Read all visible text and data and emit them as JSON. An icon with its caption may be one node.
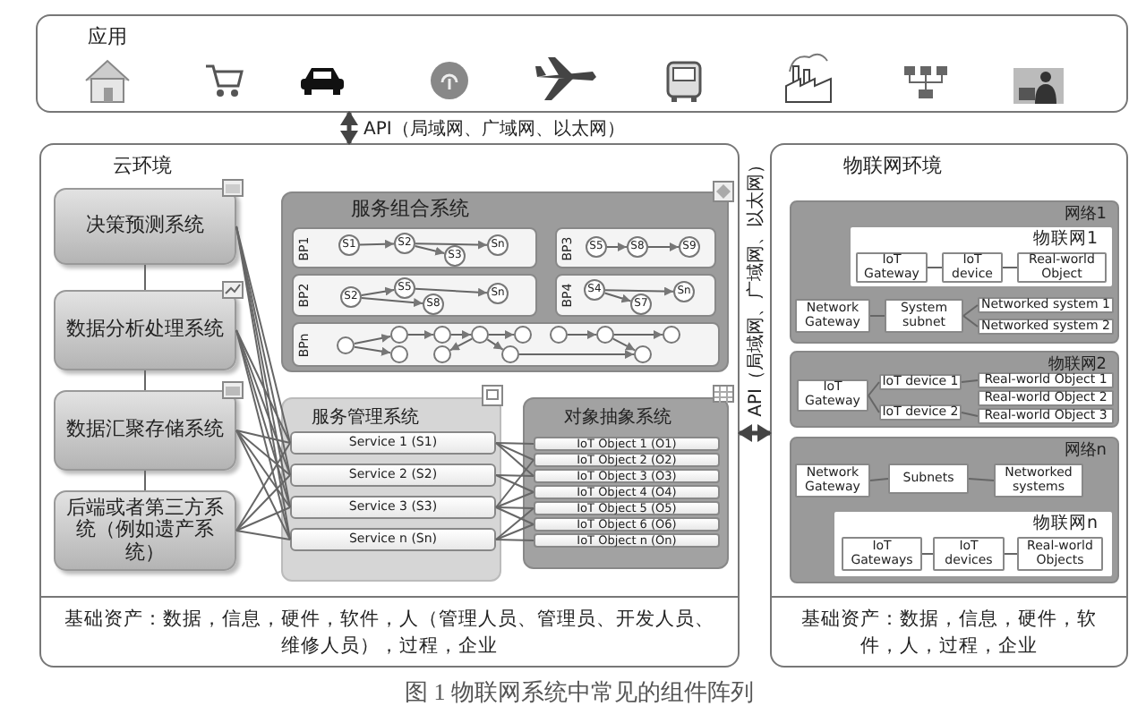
{
  "diagram": {
    "caption": "图 1 物联网系统中常见的组件阵列",
    "nodes": [
      {
        "text": [
          "应用"
        ]
      },
      {
        "text": [
          "云环境"
        ]
      },
      {
        "text": [
          "决策预测系统"
        ],
        "in": 1
      },
      {
        "text": [
          "数据分析处理系统"
        ],
        "in": 1
      },
      {
        "text": [
          "数据汇聚存储系统"
        ],
        "in": 1
      },
      {
        "text": [
          "后端或者第三方系统（例如遗产系统）"
        ],
        "in": 1
      },
      {
        "text": [
          "服务组合系统"
        ],
        "in": 1
      },
      {
        "text": [
          "BP1"
        ],
        "in": 6
      },
      {
        "text": [
          "S1"
        ],
        "in": 7
      },
      {
        "text": [
          "S2"
        ],
        "in": 7
      },
      {
        "text": [
          "S3"
        ],
        "in": 7
      },
      {
        "text": [
          "Sn"
        ],
        "in": 7
      },
      {
        "text": [
          "BP3"
        ],
        "in": 6
      },
      {
        "text": [
          "S5"
        ],
        "in": 12
      },
      {
        "text": [
          "S8"
        ],
        "in": 12
      },
      {
        "text": [
          "S9"
        ],
        "in": 12
      },
      {
        "text": [
          "BP2"
        ],
        "in": 6
      },
      {
        "text": [
          "S2"
        ],
        "in": 16
      },
      {
        "text": [
          "S5"
        ],
        "in": 16
      },
      {
        "text": [
          "S8"
        ],
        "in": 16
      },
      {
        "text": [
          "Sn"
        ],
        "in": 16
      },
      {
        "text": [
          "BP4"
        ],
        "in": 6
      },
      {
        "text": [
          "S4"
        ],
        "in": 21
      },
      {
        "text": [
          "S7"
        ],
        "in": 21
      },
      {
        "text": [
          "Sn"
        ],
        "in": 21
      },
      {
        "text": [
          "BPn"
        ],
        "in": 6
      },
      {
        "text": [],
        "shape": "circle",
        "in": 25
      },
      {
        "text": [],
        "shape": "circle",
        "in": 25
      },
      {
        "text": [],
        "shape": "circle",
        "in": 25
      },
      {
        "text": [],
        "shape": "circle",
        "in": 25
      },
      {
        "text": [],
        "shape": "circle",
        "in": 25
      },
      {
        "text": [],
        "shape": "circle",
        "in": 25
      },
      {
        "text": [],
        "shape": "circle",
        "in": 25
      },
      {
        "text": [],
        "shape": "circle",
        "in": 25
      },
      {
        "text": [],
        "shape": "circle",
        "in": 25
      },
      {
        "text": [],
        "shape": "circle",
        "in": 25
      },
      {
        "text": [],
        "shape": "circle",
        "in": 25
      },
      {
        "text": [],
        "shape": "circle",
        "in": 25
      },
      {
        "text": [
          "服务管理系统"
        ],
        "in": 1
      },
      {
        "text": [
          "Service 1 (S1)"
        ],
        "in": 38
      },
      {
        "text": [
          "Service 2 (S2)"
        ],
        "in": 38
      },
      {
        "text": [
          "Service 3 (S3)"
        ],
        "in": 38
      },
      {
        "text": [
          "Service n (Sn)"
        ],
        "in": 38
      },
      {
        "text": [
          "对象抽象系统"
        ],
        "in": 1
      },
      {
        "text": [
          "IoT Object 1 (O1)"
        ],
        "in": 43
      },
      {
        "text": [
          "IoT Object 2 (O2)"
        ],
        "in": 43
      },
      {
        "text": [
          "IoT Object 3 (O3)"
        ],
        "in": 43
      },
      {
        "text": [
          "IoT Object 4 (O4)"
        ],
        "in": 43
      },
      {
        "text": [
          "IoT Object 5 (O5)"
        ],
        "in": 43
      },
      {
        "text": [
          "IoT Object 6 (O6)"
        ],
        "in": 43
      },
      {
        "text": [
          "IoT Object n (On)"
        ],
        "in": 43
      },
      {
        "text": [
          "基础资产：数据，信息，硬件，软件，人（管理人员、管理员、开发人员、维修人员），过程，企业"
        ],
        "in": 1
      },
      {
        "text": [
          "物联网环境"
        ]
      },
      {
        "text": [
          "网络1"
        ],
        "in": 52
      },
      {
        "text": [
          "物联网1"
        ],
        "in": 53
      },
      {
        "text": [
          "IoT Gateway"
        ],
        "in": 54
      },
      {
        "text": [
          "IoT device"
        ],
        "in": 54
      },
      {
        "text": [
          "Real-world Object"
        ],
        "in": 54
      },
      {
        "text": [
          "Network Gateway"
        ],
        "in": 53
      },
      {
        "text": [
          "System subnet"
        ],
        "in": 53
      },
      {
        "text": [
          "Networked system 1"
        ],
        "in": 53
      },
      {
        "text": [
          "Networked system 2"
        ],
        "in": 53
      },
      {
        "text": [
          "物联网2"
        ],
        "in": 52
      },
      {
        "text": [
          "IoT Gateway"
        ],
        "in": 62
      },
      {
        "text": [
          "IoT device 1"
        ],
        "in": 62
      },
      {
        "text": [
          "IoT device 2"
        ],
        "in": 62
      },
      {
        "text": [
          "Real-world Object 1"
        ],
        "in": 62
      },
      {
        "text": [
          "Real-world Object 2"
        ],
        "in": 62
      },
      {
        "text": [
          "Real-world Object 3"
        ],
        "in": 62
      },
      {
        "text": [
          "网络n"
        ],
        "in": 52
      },
      {
        "text": [
          "Network Gateway"
        ],
        "in": 69
      },
      {
        "text": [
          "Subnets"
        ],
        "in": 69
      },
      {
        "text": [
          "Networked systems"
        ],
        "in": 69
      },
      {
        "text": [
          "物联网n"
        ],
        "in": 69
      },
      {
        "text": [
          "IoT Gateways"
        ],
        "in": 73
      },
      {
        "text": [
          "IoT devices"
        ],
        "in": 73
      },
      {
        "text": [
          "Real-world Objects"
        ],
        "in": 73
      },
      {
        "text": [
          "基础资产：数据，信息，硬件，软件，人，过程，企业"
        ],
        "in": 52
      }
    ],
    "edges": [
      {
        "from": 0,
        "to": 1,
        "arrow": "both",
        "style": "thick",
        "label": "API（局域网、广域网、以太网）"
      },
      {
        "from": 1,
        "to": 52,
        "arrow": "both",
        "style": "thick",
        "label": "API（局域网、广域网、以太网）"
      },
      {
        "from": 2,
        "to": 3,
        "arrow": "none"
      },
      {
        "from": 3,
        "to": 4,
        "arrow": "none"
      },
      {
        "from": 4,
        "to": 5,
        "arrow": "none"
      },
      {
        "from": 8,
        "to": 9,
        "arrow": "to"
      },
      {
        "from": 9,
        "to": 10,
        "arrow": "to"
      },
      {
        "from": 9,
        "to": 11,
        "arrow": "to"
      },
      {
        "from": 13,
        "to": 14,
        "arrow": "to"
      },
      {
        "from": 14,
        "to": 15,
        "arrow": "to"
      },
      {
        "from": 17,
        "to": 18,
        "arrow": "to"
      },
      {
        "from": 17,
        "to": 19,
        "arrow": "to"
      },
      {
        "from": 18,
        "to": 20,
        "arrow": "to"
      },
      {
        "from": 22,
        "to": 24,
        "arrow": "to"
      },
      {
        "from": 22,
        "to": 23,
        "arrow": "to"
      },
      {
        "from": 26,
        "to": 27,
        "arrow": "to"
      },
      {
        "from": 26,
        "to": 28,
        "arrow": "to"
      },
      {
        "from": 27,
        "to": 29,
        "arrow": "to"
      },
      {
        "from": 29,
        "to": 31,
        "arrow": "to"
      },
      {
        "from": 31,
        "to": 33,
        "arrow": "to"
      },
      {
        "from": 31,
        "to": 30,
        "arrow": "to"
      },
      {
        "from": 31,
        "to": 32,
        "arrow": "to"
      },
      {
        "from": 32,
        "to": 36,
        "arrow": "to"
      },
      {
        "from": 34,
        "to": 35,
        "arrow": "to"
      },
      {
        "from": 35,
        "to": 37,
        "arrow": "to"
      },
      {
        "from": 35,
        "to": 36,
        "arrow": "to"
      },
      {
        "from": 2,
        "to": 39,
        "arrow": "none"
      },
      {
        "from": 2,
        "to": 40,
        "arrow": "none"
      },
      {
        "from": 2,
        "to": 41,
        "arrow": "none"
      },
      {
        "from": 2,
        "to": 42,
        "arrow": "none"
      },
      {
        "from": 3,
        "to": 39,
        "arrow": "none"
      },
      {
        "from": 3,
        "to": 40,
        "arrow": "none"
      },
      {
        "from": 3,
        "to": 41,
        "arrow": "none"
      },
      {
        "from": 3,
        "to": 42,
        "arrow": "none"
      },
      {
        "from": 4,
        "to": 39,
        "arrow": "none"
      },
      {
        "from": 4,
        "to": 40,
        "arrow": "none"
      },
      {
        "from": 4,
        "to": 41,
        "arrow": "none"
      },
      {
        "from": 4,
        "to": 42,
        "arrow": "none"
      },
      {
        "from": 5,
        "to": 39,
        "arrow": "none"
      },
      {
        "from": 5,
        "to": 40,
        "arrow": "none"
      },
      {
        "from": 5,
        "to": 41,
        "arrow": "none"
      },
      {
        "from": 5,
        "to": 42,
        "arrow": "none"
      },
      {
        "from": 39,
        "to": 44,
        "arrow": "none"
      },
      {
        "from": 39,
        "to": 45,
        "arrow": "none"
      },
      {
        "from": 39,
        "to": 46,
        "arrow": "none"
      },
      {
        "from": 40,
        "to": 46,
        "arrow": "none"
      },
      {
        "from": 40,
        "to": 47,
        "arrow": "none"
      },
      {
        "from": 41,
        "to": 45,
        "arrow": "none"
      },
      {
        "from": 41,
        "to": 47,
        "arrow": "none"
      },
      {
        "from": 41,
        "to": 48,
        "arrow": "none"
      },
      {
        "from": 41,
        "to": 49,
        "arrow": "none"
      },
      {
        "from": 42,
        "to": 48,
        "arrow": "none"
      },
      {
        "from": 42,
        "to": 49,
        "arrow": "none"
      },
      {
        "from": 42,
        "to": 50,
        "arrow": "none"
      },
      {
        "from": 55,
        "to": 56,
        "arrow": "none"
      },
      {
        "from": 56,
        "to": 57,
        "arrow": "none"
      },
      {
        "from": 58,
        "to": 59,
        "arrow": "none"
      },
      {
        "from": 59,
        "to": 60,
        "arrow": "none"
      },
      {
        "from": 59,
        "to": 61,
        "arrow": "none"
      },
      {
        "from": 63,
        "to": 64,
        "arrow": "none"
      },
      {
        "from": 63,
        "to": 65,
        "arrow": "none"
      },
      {
        "from": 64,
        "to": 66,
        "arrow": "none"
      },
      {
        "from": 65,
        "to": 68,
        "arrow": "none"
      },
      {
        "from": 70,
        "to": 71,
        "arrow": "none"
      },
      {
        "from": 71,
        "to": 72,
        "arrow": "none"
      },
      {
        "from": 74,
        "to": 75,
        "arrow": "none"
      },
      {
        "from": 75,
        "to": 76,
        "arrow": "none"
      }
    ]
  }
}
